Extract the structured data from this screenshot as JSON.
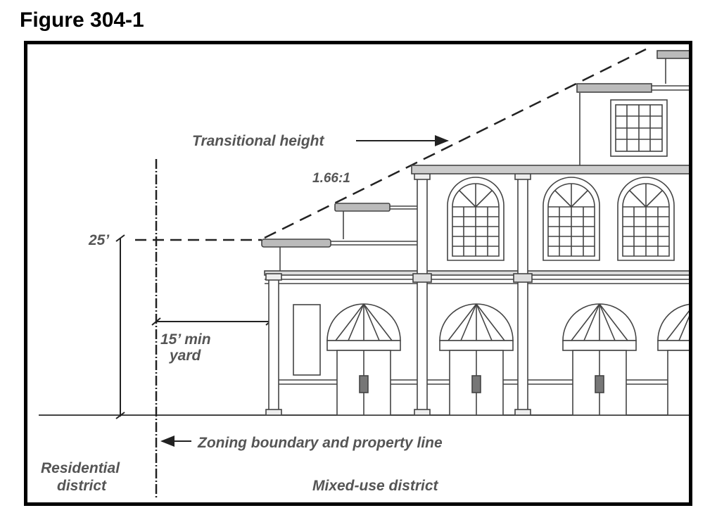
{
  "figure_title": "Figure 304-1",
  "labels": {
    "transitional_height": "Transitional height",
    "ratio": "1.66:1",
    "height_25": "25’",
    "yard_line1": "15’ min",
    "yard_line2": "yard",
    "zoning_boundary": "Zoning boundary and property line",
    "residential_line1": "Residential",
    "residential_line2": "district",
    "mixed_use": "Mixed-use district"
  }
}
